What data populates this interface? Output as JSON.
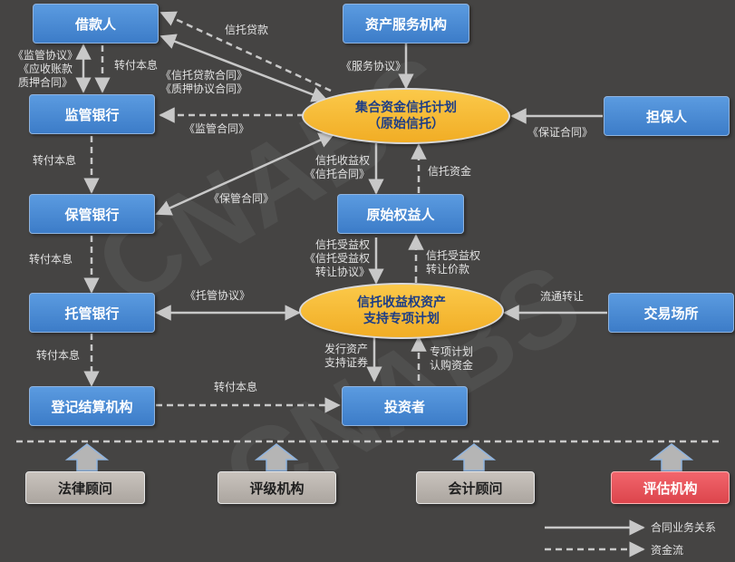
{
  "watermark": "CNABS",
  "nodes": {
    "borrower": "借款人",
    "asset_service": "资产服务机构",
    "trust_plan_line1": "集合资金信托计划",
    "trust_plan_line2": "（原始信托）",
    "guarantor": "担保人",
    "supervising_bank": "监管银行",
    "custody_bank_1": "保管银行",
    "original_beneficiary": "原始权益人",
    "custody_bank_2": "托管银行",
    "abs_plan_line1": "信托收益权资产",
    "abs_plan_line2": "支持专项计划",
    "exchange": "交易场所",
    "registrar": "登记结算机构",
    "investor": "投资者",
    "legal_advisor": "法律顾问",
    "rating_agency": "评级机构",
    "accounting_advisor": "会计顾问",
    "valuation_agency": "评估机构"
  },
  "labels": {
    "trust_loan": "信托贷款",
    "service_agreement": "《服务协议》",
    "borrower_bank_line1": "《监管协议》",
    "borrower_bank_line2": "《应收账款",
    "borrower_bank_line3": "质押合同》",
    "repay_1": "转付本息",
    "loan_contract_line1": "《信托贷款合同》",
    "loan_contract_line2": "《质押协议合同》",
    "supervision_contract": "《监管合同》",
    "guarantee_contract": "《保证合同》",
    "repay_2": "转付本息",
    "trust_benefit_line1": "信托收益权",
    "trust_benefit_line2": "《信托合同》",
    "trust_funds": "信托资金",
    "custody_contract": "《保管合同》",
    "repay_3": "转付本息",
    "transfer_line1": "信托受益权",
    "transfer_line2": "《信托受益权",
    "transfer_line3": "转让协议》",
    "transfer_price_line1": "信托受益权",
    "transfer_price_line2": "转让价款",
    "custody_agreement": "《托管协议》",
    "circulation": "流通转让",
    "repay_4": "转付本息",
    "issue_line1": "发行资产",
    "issue_line2": "支持证券",
    "subscribe_line1": "专项计划",
    "subscribe_line2": "认购资金",
    "repay_5": "转付本息"
  },
  "legend": {
    "contract": "合同业务关系",
    "funds": "资金流"
  },
  "colors": {
    "background": "#454443",
    "box_blue": "#4a8ad6",
    "ellipse_gold": "#f5b82e",
    "line": "#c8c8c8"
  }
}
